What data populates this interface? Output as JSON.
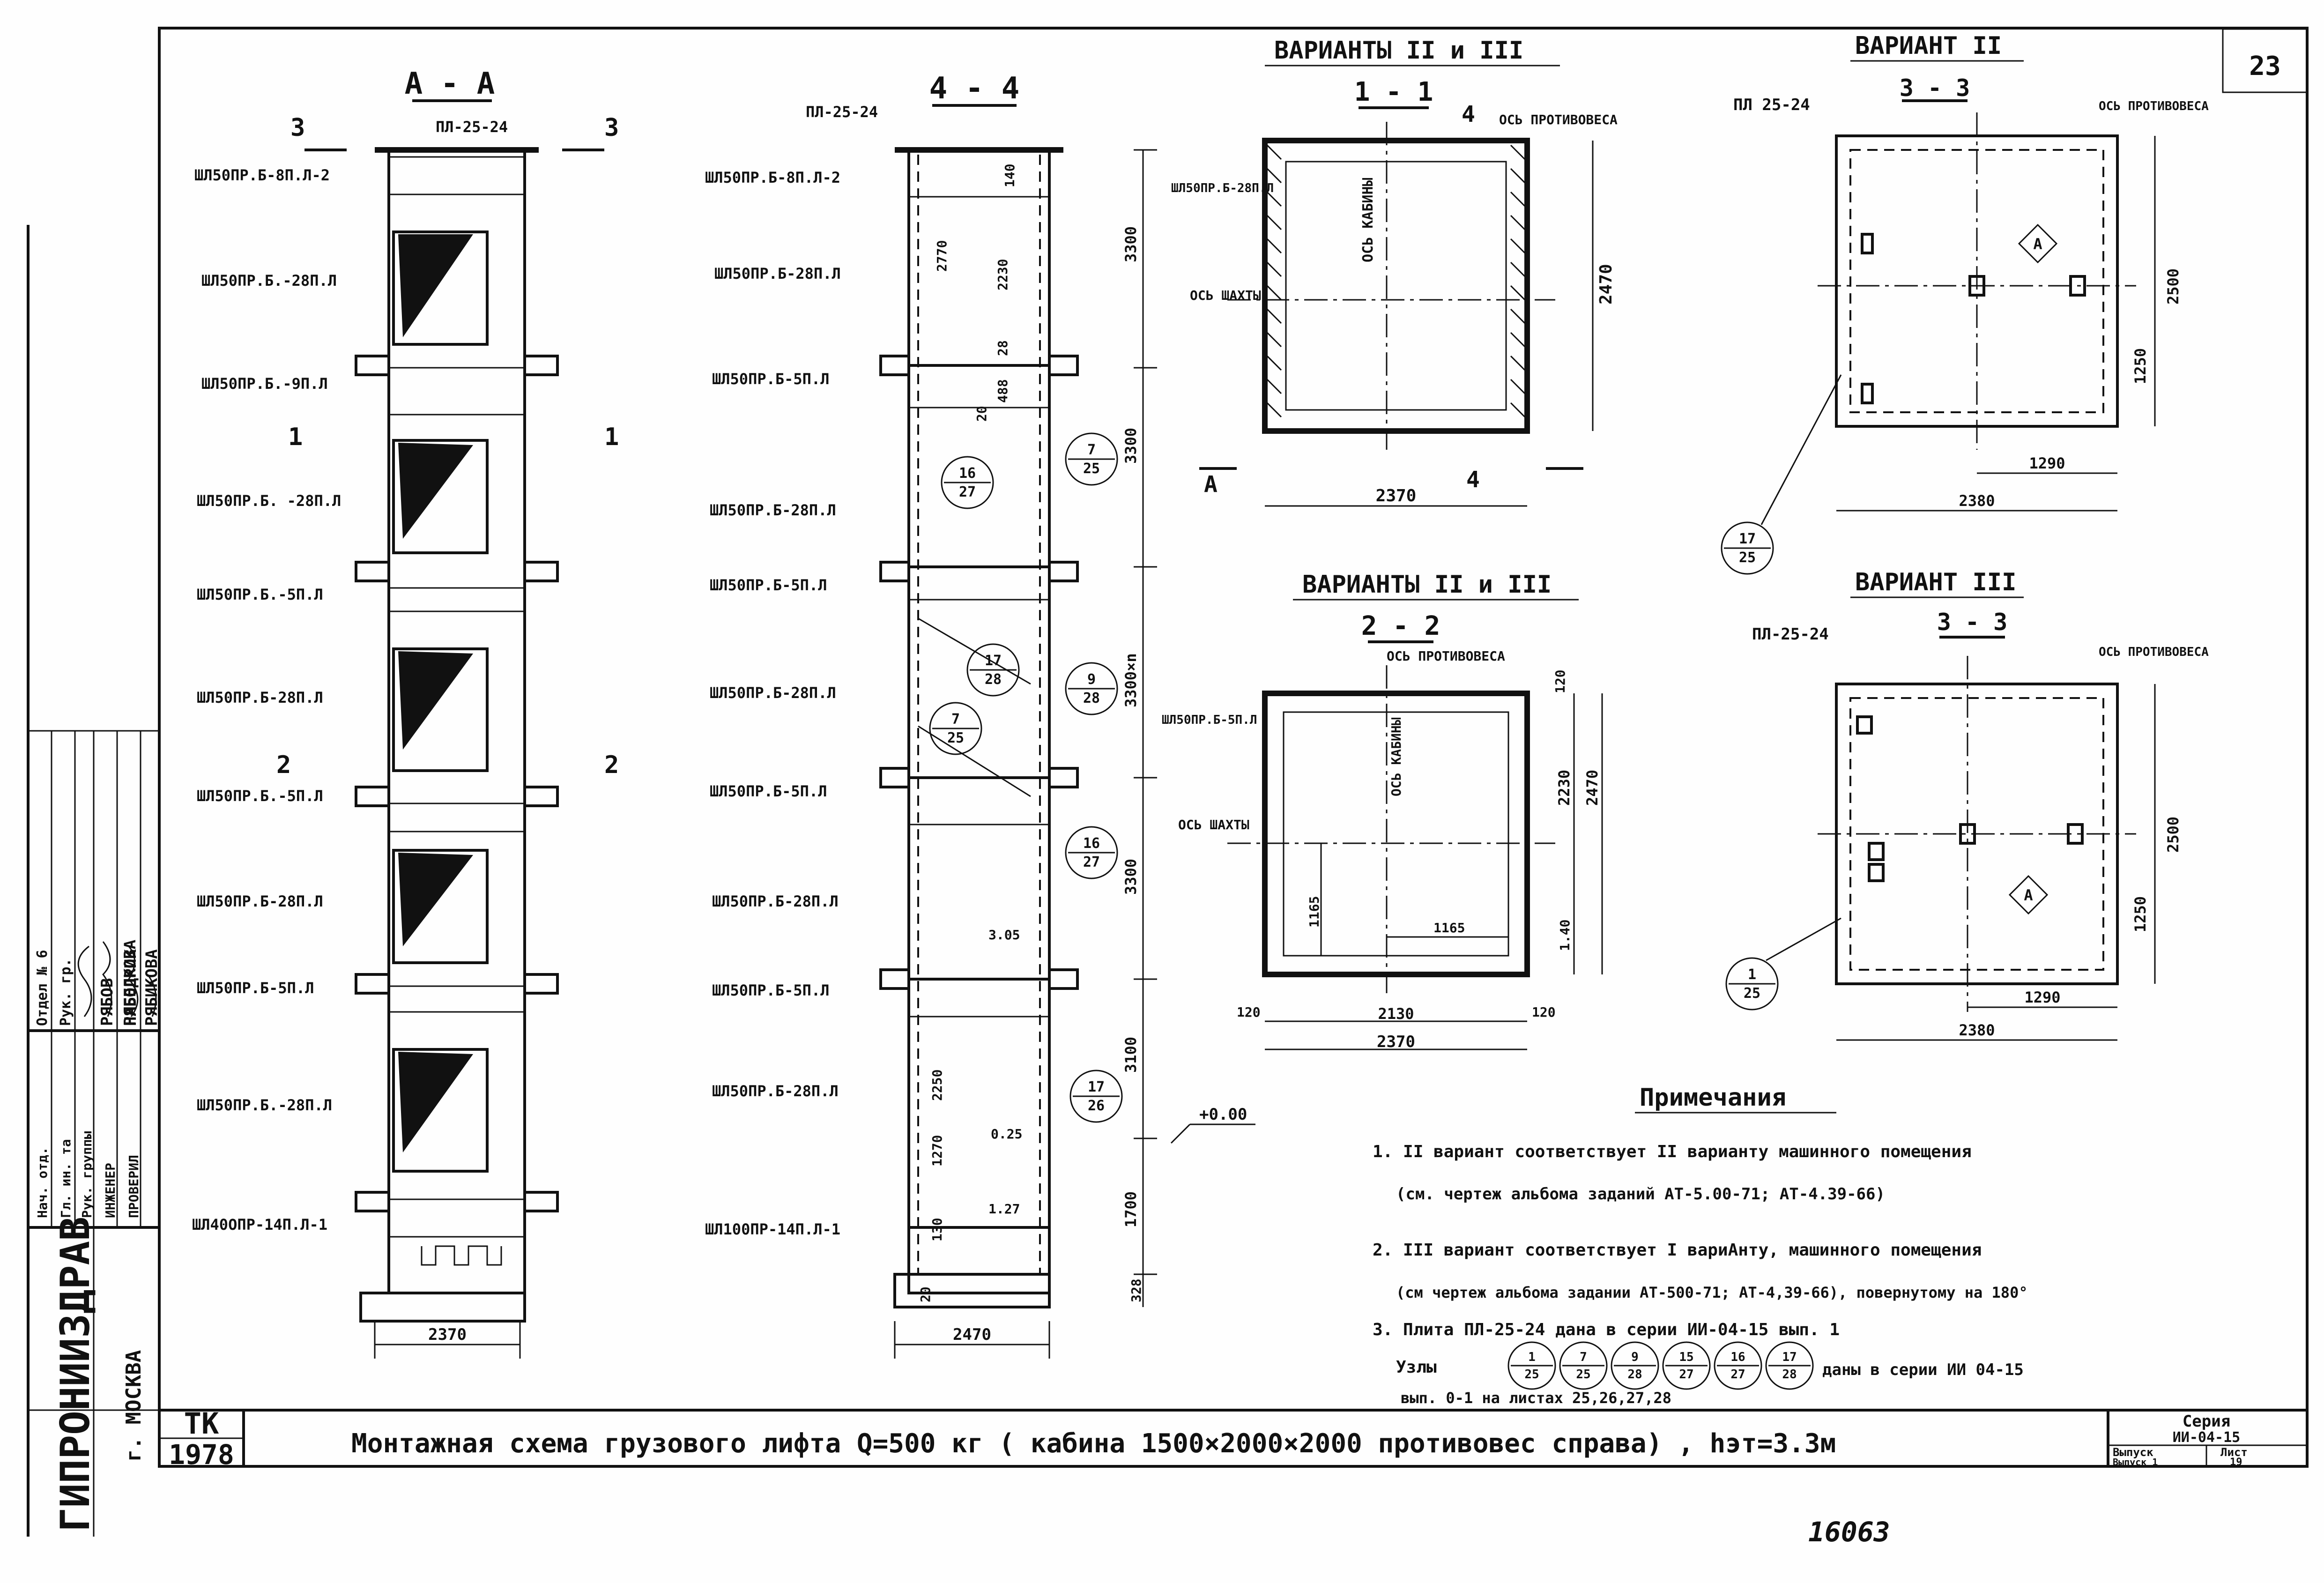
{
  "sheet": {
    "page_number": "23",
    "org": "ГИПРОНИИЗДРАВ",
    "city": "г. МОСКВА",
    "stamp_code": "ТК",
    "stamp_year": "1978",
    "title": "Монтажная схема грузового лифта   Q=500 кг ( кабина 1500×2000×2000 противовес справа) , hэт=3.3м",
    "series_label": "Серия",
    "series_value": "ИИ-04-15",
    "issue_label": "Выпуск",
    "issue_value": "Выпуск 1",
    "sheet_label": "Лист",
    "sheet_value": "19",
    "handwritten_number": "16063"
  },
  "left_block": {
    "rows_top": [
      {
        "role": "Отдел № 6",
        "name": "РЯБОВ"
      },
      {
        "role": "Рук. гр.",
        "name": "РЯБЕЛКОВА"
      },
      {
        "role": "",
        "name": "НАБОДРИК"
      },
      {
        "role": "",
        "name": "РЯБИКОВА"
      }
    ],
    "rows_bottom": [
      {
        "role": "Нач. отд.",
        "name": ""
      },
      {
        "role": "Гл. ин. та",
        "name": ""
      },
      {
        "role": "Рук. группы",
        "name": ""
      },
      {
        "role": "ИНЖЕНЕР",
        "name": ""
      },
      {
        "role": "ПРОВЕРИЛ",
        "name": ""
      }
    ]
  },
  "section_aa": {
    "title": "А - А",
    "top_plate": "ПЛ-25-24",
    "cut_left": "3",
    "cut_right": "3",
    "cut1_left": "1",
    "cut1_right": "1",
    "cut2_left": "2",
    "cut2_right": "2",
    "labels": [
      "ШЛ50ПР.Б-8П.Л-2",
      "ШЛ50ПР.Б.-28П.Л",
      "ШЛ50ПР.Б.-9П.Л",
      "ШЛ50ПР.Б. -28П.Л",
      "ШЛ50ПР.Б.-5П.Л",
      "ШЛ50ПР.Б-28П.Л",
      "ШЛ50ПР.Б.-5П.Л",
      "ШЛ50ПР.Б-28П.Л",
      "ШЛ50ПР.Б-5П.Л",
      "ШЛ50ПР.Б.-28П.Л",
      "ШЛ40ОПР-14П.Л-1"
    ],
    "width_dim": "2370"
  },
  "section_44": {
    "title": "4 - 4",
    "top_plate": "ПЛ-25-24",
    "labels": [
      "ШЛ50ПР.Б-8П.Л-2",
      "ШЛ50ПР.Б-28П.Л",
      "ШЛ50ПР.Б-5П.Л",
      "ШЛ50ПР.Б-28П.Л",
      "ШЛ50ПР.Б-5П.Л",
      "ШЛ50ПР.Б-28П.Л",
      "ШЛ50ПР.Б-5П.Л",
      "ШЛ50ПР.Б-28П.Л",
      "ШЛ50ПР.Б-5П.Л",
      "ШЛ50ПР.Б-28П.Л",
      "ШЛ100ПР-14П.Л-1"
    ],
    "width_dim": "2470",
    "heights": [
      "3300",
      "3300",
      "3300×n",
      "3300",
      "3100",
      "1700",
      "+0.00"
    ],
    "inner_dims": [
      "140",
      "2770",
      "2230",
      "28",
      "488",
      "20",
      "3.05",
      "0.25",
      "2250",
      "1270",
      "1.27",
      "130",
      "20",
      "328"
    ],
    "nodes": [
      {
        "top": "16",
        "bottom": "27"
      },
      {
        "top": "7",
        "bottom": "25"
      },
      {
        "top": "17",
        "bottom": "28"
      },
      {
        "top": "9",
        "bottom": "28"
      },
      {
        "top": "7",
        "bottom": "25"
      },
      {
        "top": "16",
        "bottom": "27"
      },
      {
        "top": "17",
        "bottom": "26"
      }
    ]
  },
  "plan_11": {
    "header": "ВАРИАНТЫ II и III",
    "title": "1 - 1",
    "cut": "4",
    "axis_cw": "ОСЬ ПРОТИВОВЕСА",
    "axis_cab": "ОСЬ КАБИНЫ",
    "axis_shaft_left": "ШЛ50ПР.Б-28П.Л",
    "axis_shaft": "ОСЬ ШАХТЫ",
    "dim_w": "2370",
    "dim_h": "2470",
    "cut_a": "А",
    "cut_4": "4"
  },
  "plan_22": {
    "header": "ВАРИАНТЫ II и III",
    "title": "2 - 2",
    "axis_cw": "ОСЬ ПРОТИВОВЕСА",
    "axis_cab": "ОСЬ КАБИНЫ",
    "left_label": "ШЛ50ПР.Б-5П.Л",
    "axis_shaft": "ОСЬ ШАХТЫ",
    "dims": [
      "120",
      "2230",
      "2470",
      "1165",
      "1165",
      "120",
      "2130",
      "2370",
      "120",
      "1.40"
    ]
  },
  "plan_33_ii": {
    "header": "ВАРИАНТ II",
    "title": "3 - 3",
    "plate": "ПЛ 25-24",
    "axis_cw": "ОСЬ ПРОТИВОВЕСА",
    "dims": [
      "2500",
      "1250",
      "1290",
      "2380"
    ],
    "node_top": "17",
    "node_bottom": "25",
    "mark": "А"
  },
  "plan_33_iii": {
    "header": "ВАРИАНТ III",
    "title": "3 - 3",
    "plate": "ПЛ-25-24",
    "axis_cw": "ОСЬ ПРОТИВОВЕСА",
    "dims": [
      "2500",
      "1250",
      "1290",
      "2380"
    ],
    "node_top": "1",
    "node_bottom": "25",
    "mark": "А"
  },
  "notes": {
    "title": "Примечания",
    "items": [
      "1. II вариант   соответствует II  варианту   машинного помещения",
      "(см. чертеж  альбома  заданий  АТ-5.00-71; АТ-4.39-66)",
      "2. III вариант   соответствует I вариАнту,  машинного помещения",
      "(см чертеж альбома задании АТ-500-71; АТ-4,39-66), повернутому на 180°",
      "3. Плита ПЛ-25-24   дана в серии   ИИ-04-15 вып. 1",
      "Узлы",
      "даны в серии ИИ 04-15",
      "вып. 0-1  на листах  25,26,27,28"
    ],
    "node_refs": [
      {
        "top": "1",
        "bottom": "25"
      },
      {
        "top": "7",
        "bottom": "25"
      },
      {
        "top": "9",
        "bottom": "28"
      },
      {
        "top": "15",
        "bottom": "27"
      },
      {
        "top": "16",
        "bottom": "27"
      },
      {
        "top": "17",
        "bottom": "28"
      }
    ]
  }
}
